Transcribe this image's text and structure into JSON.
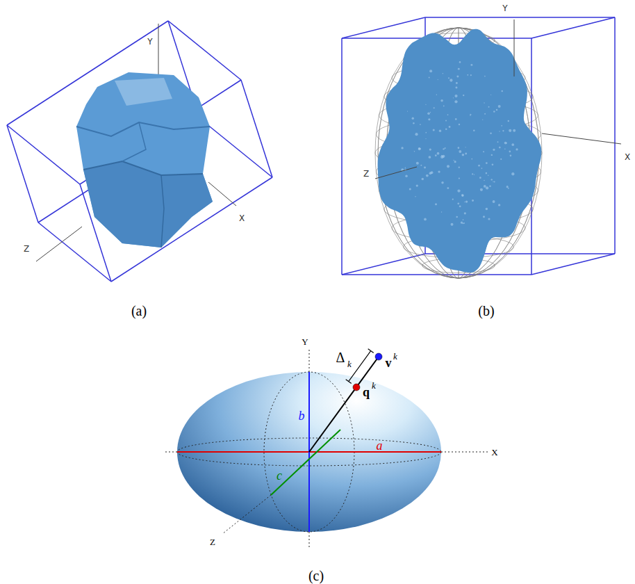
{
  "diagram": {
    "labels": [
      "Y",
      "X",
      "Z",
      "(a)",
      "Y",
      "X",
      "Z",
      "(b)",
      "Y",
      "Δ",
      "k",
      "v",
      "k",
      "q",
      "k",
      "b",
      "a",
      "c",
      "X",
      "Z",
      "(c)"
    ]
  }
}
